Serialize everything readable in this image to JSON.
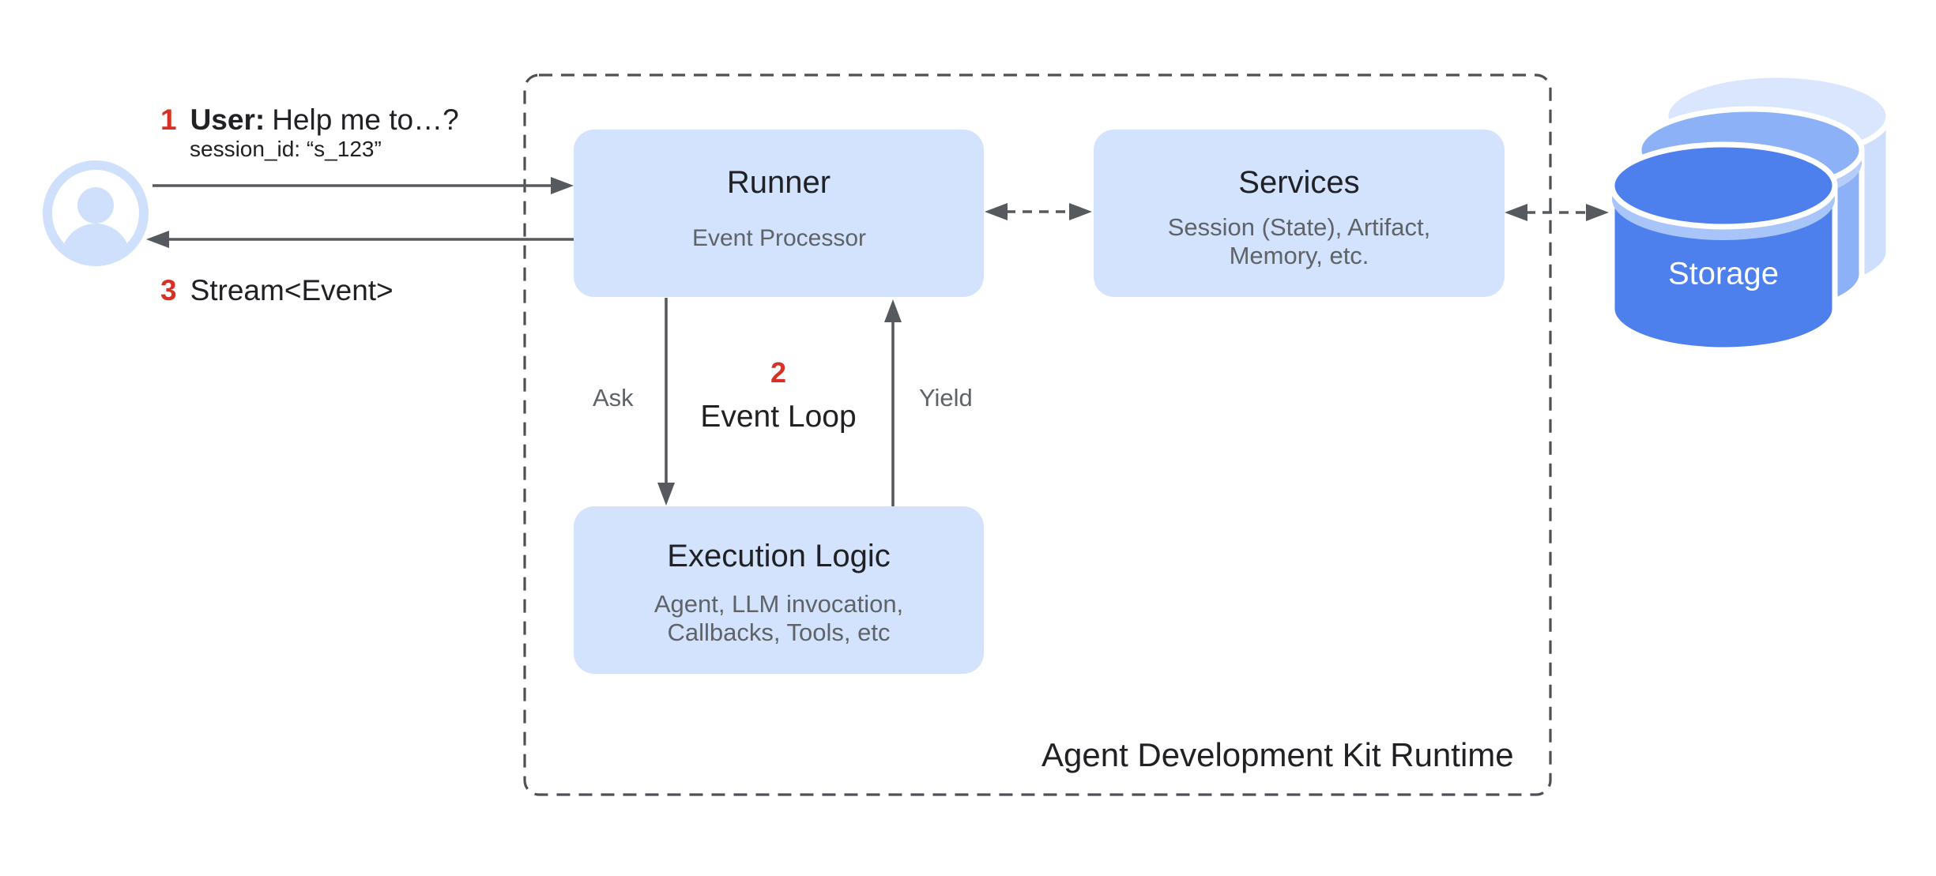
{
  "steps": {
    "step1": {
      "number": "1",
      "actor": "User:",
      "message": "Help me to…?",
      "session": "session_id: “s_123”"
    },
    "step2": {
      "number": "2",
      "label": "Event Loop"
    },
    "step3": {
      "number": "3",
      "label": "Stream<Event>"
    }
  },
  "edges": {
    "ask": "Ask",
    "yield": "Yield"
  },
  "boxes": {
    "runner": {
      "title": "Runner",
      "inner": "Event Processor"
    },
    "services": {
      "title": "Services",
      "subtitle_line1": "Session (State), Artifact,",
      "subtitle_line2": "Memory, etc."
    },
    "execution": {
      "title": "Execution Logic",
      "subtitle_line1": "Agent, LLM invocation,",
      "subtitle_line2": "Callbacks, Tools, etc"
    }
  },
  "runtime": {
    "label": "Agent Development Kit Runtime"
  },
  "storage": {
    "label": "Storage"
  },
  "palette": {
    "node_blue": "#d3e3fd",
    "avatar_blue": "#cfe0fd",
    "storage_front_blue": "#4d80ec",
    "storage_front_lip": "#a8c5fa",
    "storage_middle_blue": "#8cb1f7",
    "storage_middle_lip": "#b6ccfa",
    "storage_back_top": "#d9e6fd",
    "storage_back_body": "#cddffc",
    "accent_red": "#d93025",
    "text_dark": "#202124",
    "text_gray": "#5f6368",
    "line_gray": "#56595d",
    "border_gray": "#4d5054"
  }
}
